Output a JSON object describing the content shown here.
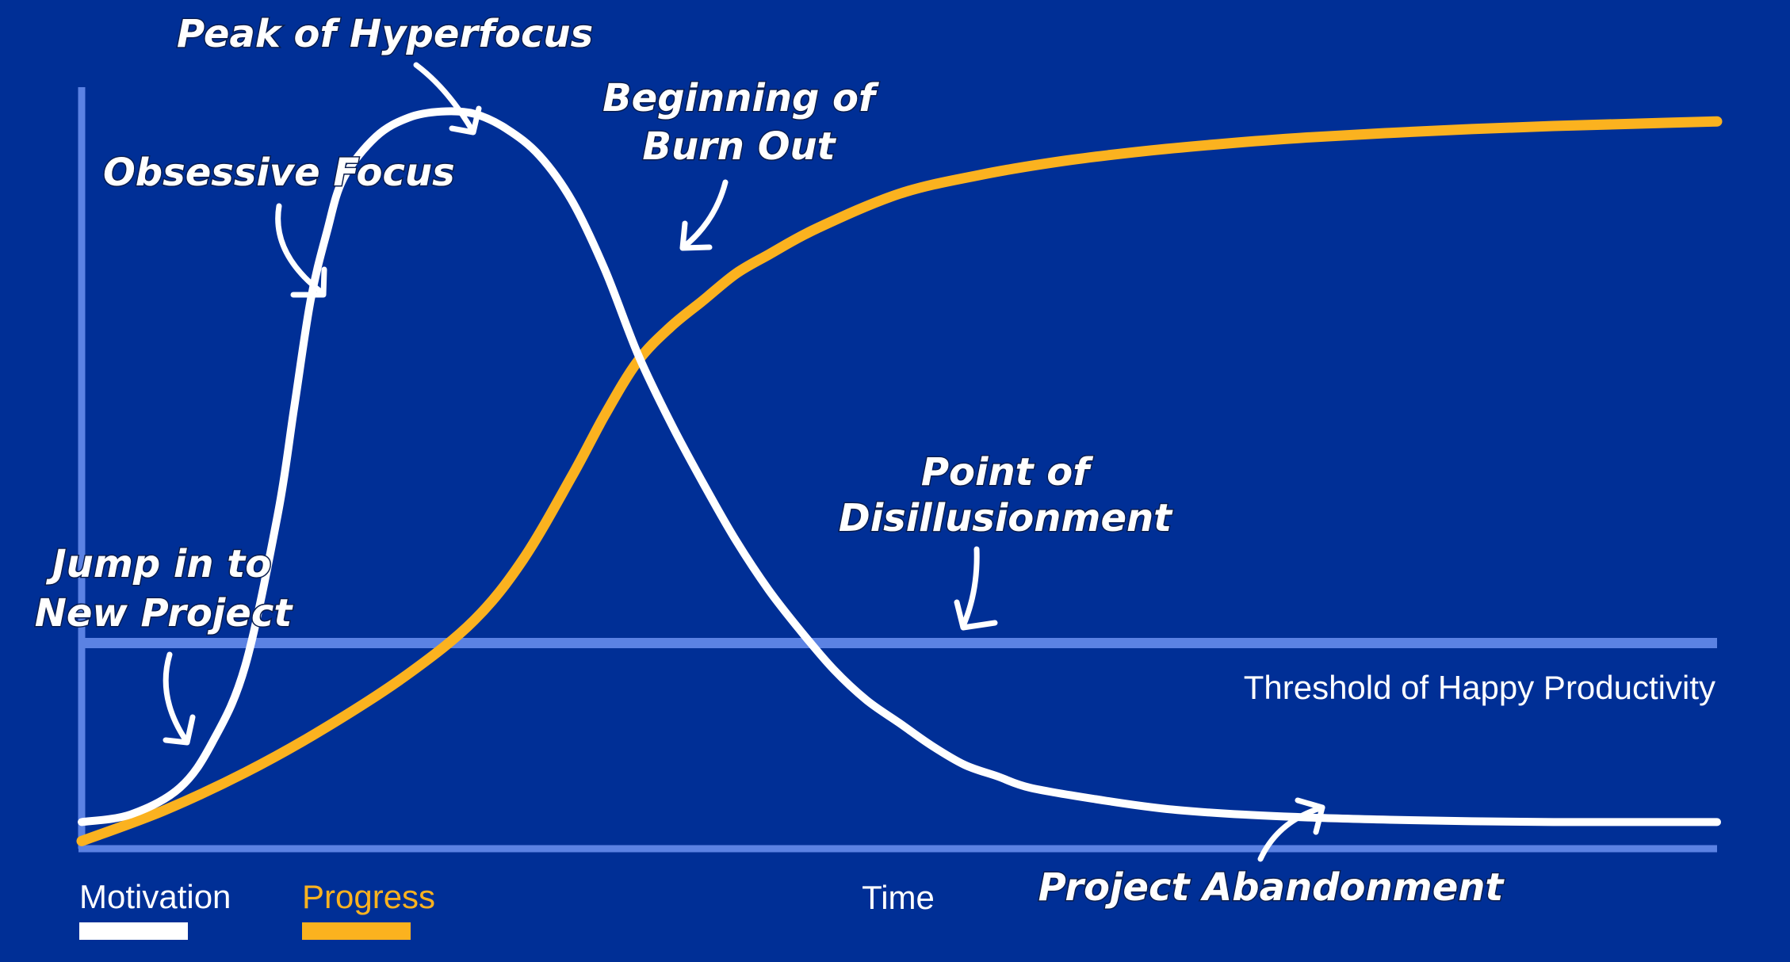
{
  "colors": {
    "background": "#002f96",
    "axis": "#5b82e3",
    "motivation": "#ffffff",
    "progress": "#fbb21f",
    "threshold": "#5b82e3"
  },
  "chart_data": {
    "type": "line",
    "title": "",
    "xlabel": "Time",
    "ylabel": "",
    "xlim": [
      0,
      100
    ],
    "ylim": [
      0,
      100
    ],
    "grid": false,
    "legend_position": "bottom-left",
    "threshold": {
      "label": "Threshold of Happy Productivity",
      "value": 27
    },
    "series": [
      {
        "name": "Motivation",
        "color": "#ffffff",
        "x": [
          0,
          3,
          6,
          8,
          10,
          12,
          13,
          14,
          15,
          16,
          18,
          20,
          22,
          24,
          26,
          28,
          30,
          32,
          34,
          36,
          38,
          40,
          42,
          44,
          46,
          48,
          50,
          52,
          54,
          56,
          58,
          62,
          66,
          70,
          75,
          80,
          85,
          90,
          95,
          100
        ],
        "values": [
          3.5,
          4.5,
          8,
          14,
          24,
          44,
          58,
          72,
          81,
          88,
          93.5,
          96,
          96.8,
          96.5,
          94.5,
          91,
          85,
          76,
          65,
          56,
          48,
          40.5,
          34,
          28.5,
          23.5,
          19.5,
          16.5,
          13.5,
          11,
          9.5,
          8,
          6.5,
          5.3,
          4.6,
          4.1,
          3.8,
          3.6,
          3.5,
          3.5,
          3.5
        ]
      },
      {
        "name": "Progress",
        "color": "#fbb21f",
        "x": [
          0,
          5,
          10,
          15,
          20,
          24,
          27,
          30,
          32,
          34,
          36,
          38,
          40,
          42,
          45,
          50,
          55,
          60,
          65,
          70,
          75,
          80,
          85,
          90,
          95,
          100
        ],
        "values": [
          1,
          5,
          10,
          16,
          23,
          30,
          38,
          49,
          57,
          64,
          68.5,
          72,
          75.5,
          78,
          81.5,
          86,
          88.5,
          90.3,
          91.6,
          92.6,
          93.4,
          94,
          94.5,
          94.9,
          95.2,
          95.5
        ]
      }
    ],
    "annotations": [
      {
        "text_lines": [
          "Peak of Hyperfocus"
        ]
      },
      {
        "text_lines": [
          "Obsessive Focus"
        ]
      },
      {
        "text_lines": [
          "Beginning of",
          "Burn Out"
        ]
      },
      {
        "text_lines": [
          "Point of",
          "Disillusionment"
        ]
      },
      {
        "text_lines": [
          "Jump in to",
          "New Project"
        ]
      },
      {
        "text_lines": [
          "Project Abandonment"
        ]
      }
    ]
  },
  "legend": {
    "motivation_label": "Motivation",
    "progress_label": "Progress"
  }
}
